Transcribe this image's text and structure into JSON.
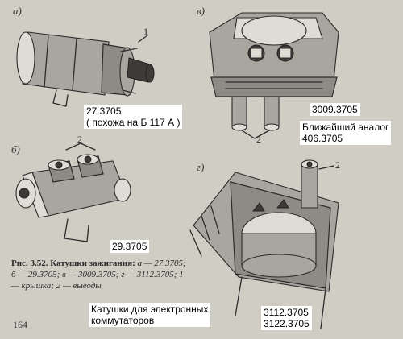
{
  "figure_letters": {
    "a": "а)",
    "b": "б)",
    "v": "в)",
    "g": "г)"
  },
  "callouts": {
    "a": "1",
    "b": "2",
    "v": "2",
    "g": "2"
  },
  "labels": {
    "coil_a": [
      "27.3705",
      "( похожа на Б 117 А )"
    ],
    "coil_v": [
      "3009.3705"
    ],
    "analog": [
      "Ближайший аналог",
      "406.3705"
    ],
    "coil_b": [
      "29.3705"
    ],
    "electronic": [
      "Катушки для электронных",
      "коммутаторов"
    ],
    "coil_g": [
      "3112.3705",
      "3122.3705"
    ]
  },
  "caption": {
    "title": "Рис. 3.52. Катушки зажигания:",
    "body": "а — 27.3705; б — 29.3705; в — 3009.3705; г — 3112.3705; 1 — крышка; 2 — выводы"
  },
  "page_number": "164"
}
